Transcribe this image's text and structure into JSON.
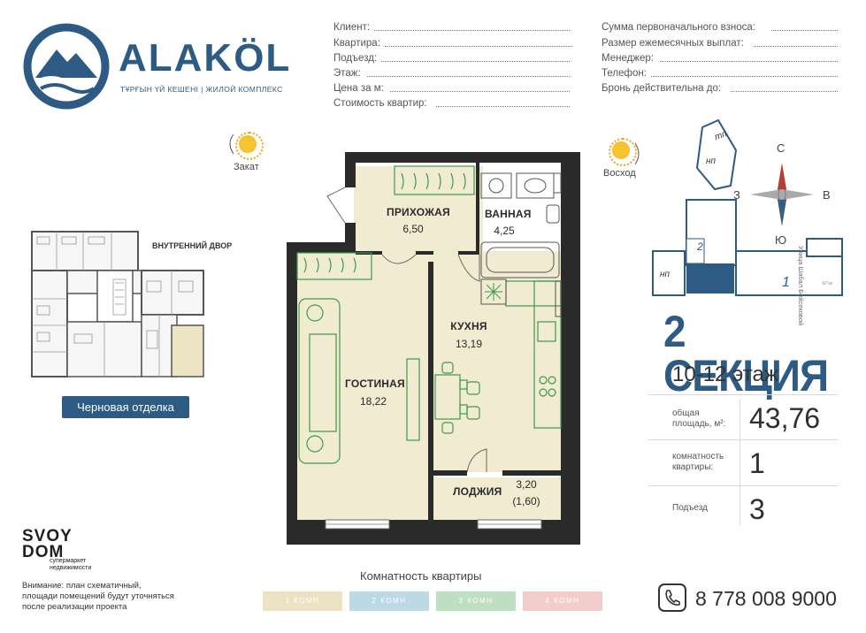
{
  "logo": {
    "name": "ALAKÖL",
    "subtitle": "ТҰРҒЫН ҮЙ КЕШЕНІ | ЖИЛОЙ КОМПЛЕКС",
    "brand_color": "#2e5b83"
  },
  "form_left": [
    {
      "label": "Клиент:"
    },
    {
      "label": "Квартира:"
    },
    {
      "label": "Подъезд:"
    },
    {
      "label": "Этаж:"
    },
    {
      "label": "Цена за м:"
    },
    {
      "label": "Стоимость квартир:"
    }
  ],
  "form_right": [
    {
      "label": "Сумма первоначального взноса:"
    },
    {
      "label": "Размер ежемесячных выплат:"
    },
    {
      "label": "Менеджер:"
    },
    {
      "label": "Телефон:"
    },
    {
      "label": "Бронь действительна до:"
    }
  ],
  "orientation": {
    "sunset": "Закат",
    "sunrise": "Восход",
    "north": "С",
    "south": "Ю",
    "west": "З",
    "east": "В"
  },
  "key_plan": {
    "courtyard": "ВНУТРЕННИЙ ДВОР",
    "finish_button": "Черновая отделка"
  },
  "site_plan": {
    "tp": "тп",
    "np_top": "нп",
    "np_left": "нп",
    "section_2": "2",
    "section_1": "1",
    "street": "Улица Шабал Бейсековой",
    "tag": "ЕГэк"
  },
  "rooms": {
    "hallway": {
      "name": "ПРИХОЖАЯ",
      "area": "6,50"
    },
    "bathroom": {
      "name": "ВАННАЯ",
      "area": "4,25"
    },
    "kitchen": {
      "name": "КУХНЯ",
      "area": "13,19"
    },
    "living": {
      "name": "ГОСТИНАЯ",
      "area": "18,22"
    },
    "loggia": {
      "name": "ЛОДЖИЯ",
      "area": "3,20",
      "area_reduced": "(1,60)"
    }
  },
  "info": {
    "section": "2 СЕКЦИЯ",
    "floors": "10-12 этаж",
    "total_area_label_1": "общая",
    "total_area_label_2": "площадь, м²:",
    "total_area": "43,76",
    "rooms_label_1": "комнатность",
    "rooms_label_2": "квартиры:",
    "rooms": "1",
    "entrance_label": "Подъезд",
    "entrance": "3"
  },
  "room_count": {
    "title": "Комнатность квартиры",
    "chips": [
      {
        "label": "1 КОМН",
        "color": "#e9dfb8"
      },
      {
        "label": "2 КОМН",
        "color": "#b7d6e4"
      },
      {
        "label": "3 КОМН",
        "color": "#b8dcbd"
      },
      {
        "label": "4 КОМН",
        "color": "#f1c5c4"
      }
    ]
  },
  "contact": {
    "phone": "8 778 008 9000"
  },
  "partner": {
    "name_line1": "SVOY",
    "name_line2": "DOM",
    "sub_line1": "супермаркет",
    "sub_line2": "недвижимости"
  },
  "disclaimer": [
    "Внимание: план схематичный,",
    "площади помещений будут уточняться",
    "после реализации проекта"
  ]
}
